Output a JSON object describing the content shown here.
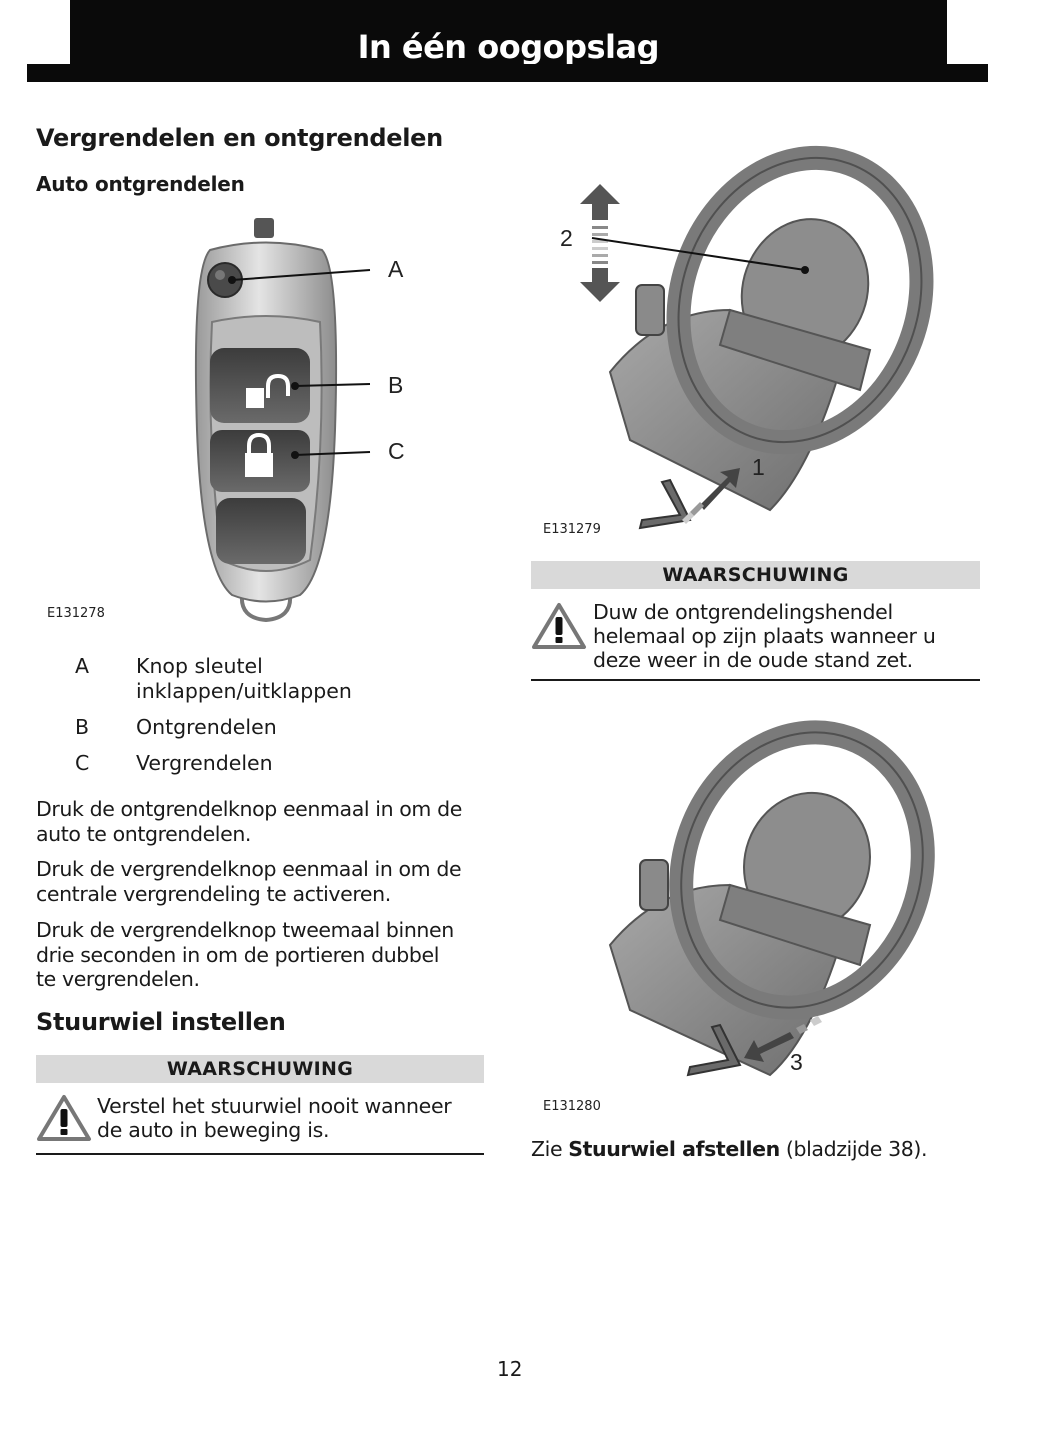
{
  "header": {
    "title": "In één oogopslag"
  },
  "section_lock": {
    "heading": "Vergrendelen en ontgrendelen",
    "subheading": "Auto ontgrendelen",
    "figure_code": "E131278",
    "callouts": {
      "a": "A",
      "b": "B",
      "c": "C"
    },
    "legend": [
      {
        "key": "A",
        "line1": "Knop sleutel",
        "line2": "inklappen/uitklappen"
      },
      {
        "key": "B",
        "line1": "Ontgrendelen"
      },
      {
        "key": "C",
        "line1": "Vergrendelen"
      }
    ],
    "paragraphs": [
      {
        "line1": "Druk de ontgrendelknop eenmaal in om de",
        "line2": "auto te ontgrendelen."
      },
      {
        "line1": "Druk de vergrendelknop eenmaal in om de",
        "line2": "centrale vergrendeling te activeren."
      },
      {
        "line1": "Druk de vergrendelknop tweemaal binnen",
        "line2": "drie seconden in om de portieren dubbel",
        "line3": "te vergrendelen."
      }
    ]
  },
  "section_wheel": {
    "heading": "Stuurwiel instellen",
    "warning": {
      "label": "WAARSCHUWING",
      "line1": "Verstel het stuurwiel nooit wanneer",
      "line2": "de auto in beweging is."
    }
  },
  "figure_wheel_1": {
    "code": "E131279",
    "callout_1": "1",
    "callout_2": "2"
  },
  "warning_right": {
    "label": "WAARSCHUWING",
    "line1": "Duw de ontgrendelingshendel",
    "line2": "helemaal op zijn plaats wanneer u",
    "line3": "deze weer in de oude stand zet."
  },
  "figure_wheel_2": {
    "code": "E131280",
    "callout_3": "3"
  },
  "reference": {
    "prefix": "Zie ",
    "link": "Stuurwiel afstellen",
    "suffix": " (bladzijde 38)."
  },
  "page_number": "12",
  "colors": {
    "header_bg": "#0a0a0a",
    "warning_band": "#d9d9d9",
    "illustration_gray": "#8c8c8c"
  }
}
